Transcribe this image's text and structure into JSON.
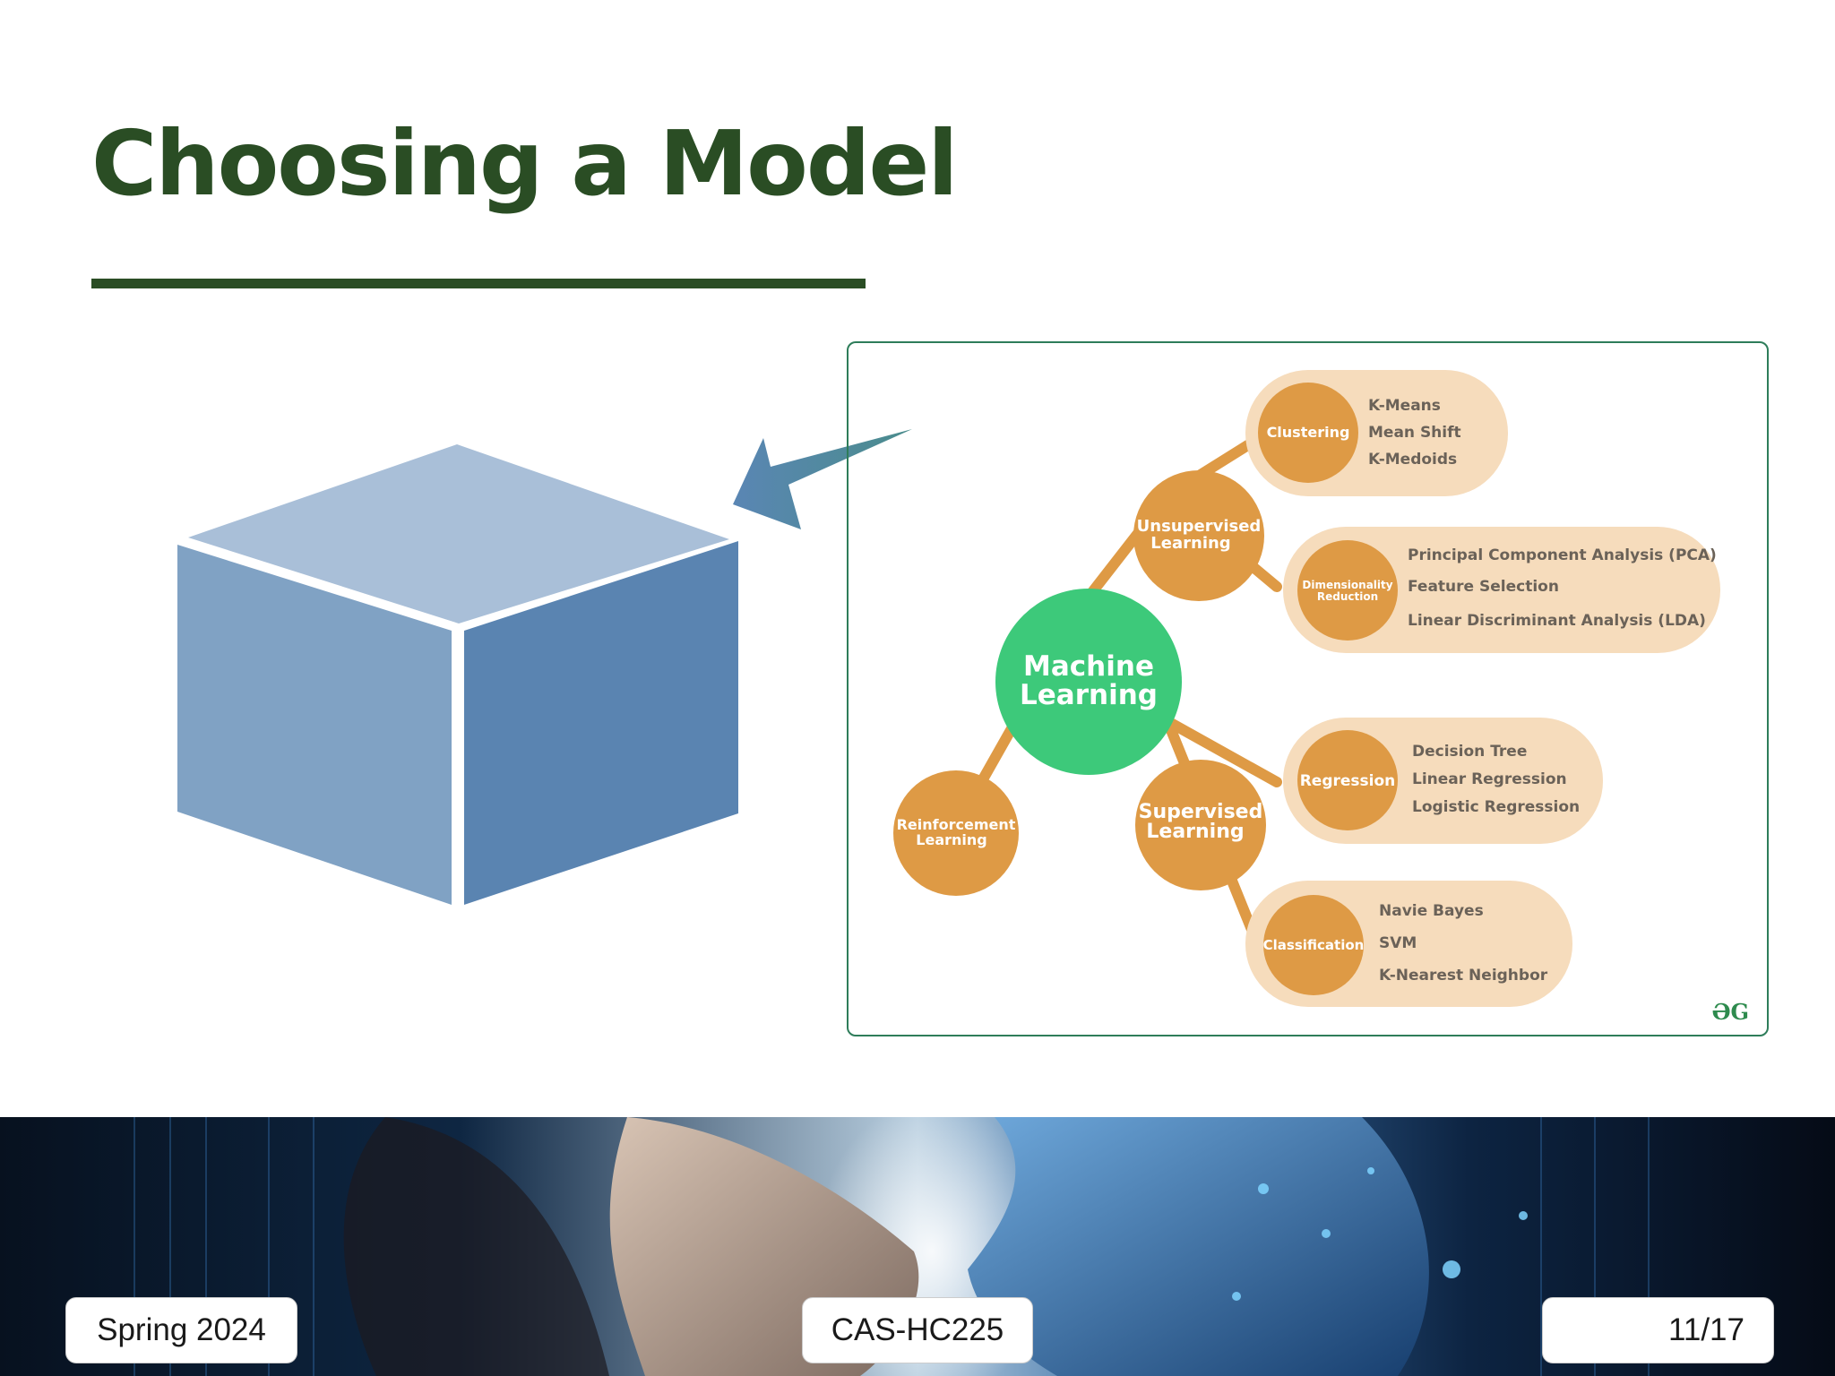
{
  "slide": {
    "title": "Choosing a Model"
  },
  "mindmap": {
    "center": {
      "line1": "Machine",
      "line2": "Learning"
    },
    "branches": [
      {
        "line1": "Unsupervised",
        "line2": "Learning"
      },
      {
        "line1": "Supervised",
        "line2": "Learning"
      },
      {
        "line1": "Reinforcement",
        "line2": "Learning"
      }
    ],
    "groups": [
      {
        "label": "Clustering",
        "items": [
          "K-Means",
          "Mean Shift",
          "K-Medoids"
        ]
      },
      {
        "label1": "Dimensionality",
        "label2": "Reduction",
        "items": [
          "Principal Component Analysis (PCA)",
          "Feature Selection",
          "Linear Discriminant Analysis (LDA)"
        ]
      },
      {
        "label": "Regression",
        "items": [
          "Decision Tree",
          "Linear Regression",
          "Logistic Regression"
        ]
      },
      {
        "label": "Classification",
        "items": [
          "Navie Bayes",
          "SVM",
          "K-Nearest Neighbor"
        ]
      }
    ],
    "logo_text": "ƏG"
  },
  "colors": {
    "title": "#2a4d24",
    "center_node": "#3dc97a",
    "branch_node": "#de9a45",
    "pill": "#f6dcbc",
    "cube_top": "#a9bfd8",
    "cube_left": "#80a2c4",
    "cube_right": "#5a84b1"
  },
  "footer": {
    "left": "Spring 2024",
    "center": "CAS-HC225",
    "right": "11/17"
  }
}
